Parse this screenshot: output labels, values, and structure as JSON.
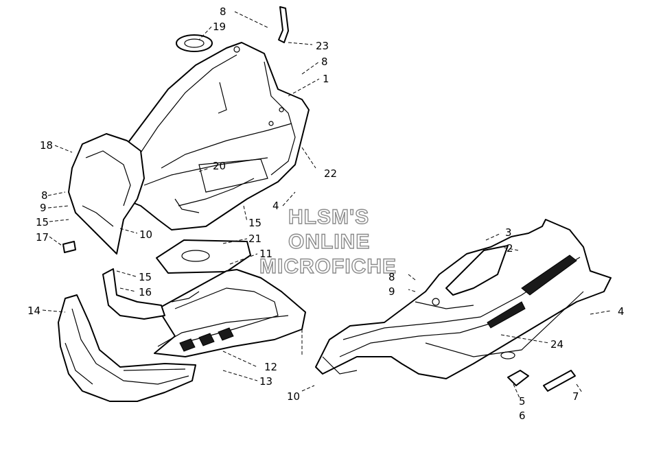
{
  "watermark": {
    "line1": "HLSM'S",
    "line2": "ONLINE",
    "line3": "MICROFICHE"
  },
  "callouts": {
    "c8_top": "8",
    "c19": "19",
    "c23": "23",
    "c8_b": "8",
    "c1": "1",
    "c18": "18",
    "c20": "20",
    "c22": "22",
    "c8_left": "8",
    "c9_left": "9",
    "c4_mid": "4",
    "c15_left": "15",
    "c15_mid": "15",
    "c10_left": "10",
    "c17": "17",
    "c21": "21",
    "c11": "11",
    "c15_low": "15",
    "c16": "16",
    "c14": "14",
    "c12": "12",
    "c13": "13",
    "c10_bottom": "10",
    "c3": "3",
    "c2": "2",
    "c8_right": "8",
    "c9_right": "9",
    "c4_right": "4",
    "c24": "24",
    "c5": "5",
    "c6": "6",
    "c7": "7"
  }
}
